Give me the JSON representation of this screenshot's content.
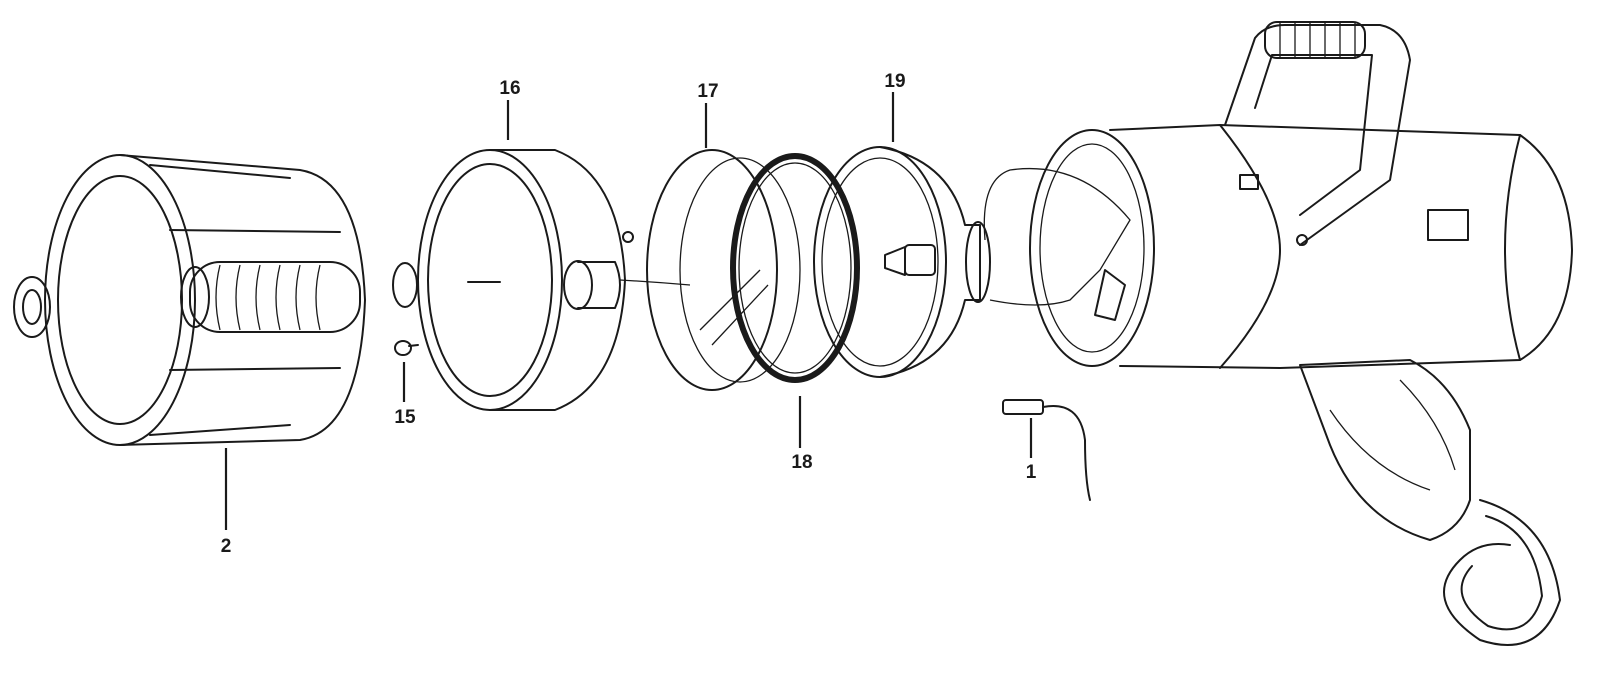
{
  "callouts": [
    {
      "id": "p2",
      "label": "2"
    },
    {
      "id": "p15",
      "label": "15"
    },
    {
      "id": "p16",
      "label": "16"
    },
    {
      "id": "p17",
      "label": "17"
    },
    {
      "id": "p18",
      "label": "18"
    },
    {
      "id": "p19",
      "label": "19"
    },
    {
      "id": "p1",
      "label": "1"
    }
  ],
  "colors": {
    "line": "#1a1a1a",
    "background": "#ffffff"
  }
}
